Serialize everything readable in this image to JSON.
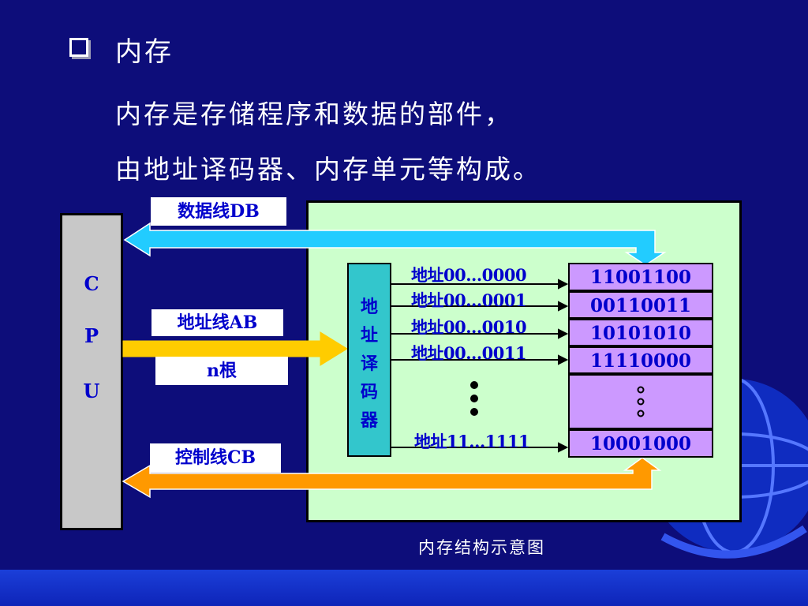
{
  "slide": {
    "heading": "内存",
    "description_line1": "内存是存储程序和数据的部件，",
    "description_line2": "由地址译码器、内存单元等构成。",
    "caption": "内存结构示意图"
  },
  "diagram": {
    "cpu_letters": [
      "C",
      "P",
      "U"
    ],
    "data_bus_label": "数据线DB",
    "address_bus_label": "地址线AB",
    "address_bus_width": "n根",
    "control_bus_label": "控制线CB",
    "decoder_chars": [
      "地",
      "址",
      "译",
      "码",
      "器"
    ],
    "address_labels": [
      "地址00...0000",
      "地址00...0001",
      "地址00...0010",
      "地址00...0011",
      "地址11…1111"
    ],
    "memory_cells": [
      "11001100",
      "00110011",
      "10101010",
      "11110000",
      "10001000"
    ]
  },
  "colors": {
    "background": "#0d0d7a",
    "data_bus": "#22ccff",
    "address_bus": "#ffcc00",
    "control_bus": "#ff9900",
    "memory_panel": "#ccffcc",
    "decoder": "#33c6cc",
    "memory_cell": "#cc99ff",
    "label_text": "#0000cc"
  },
  "icons": [
    "square-bullet-icon",
    "globe-decoration-icon"
  ]
}
